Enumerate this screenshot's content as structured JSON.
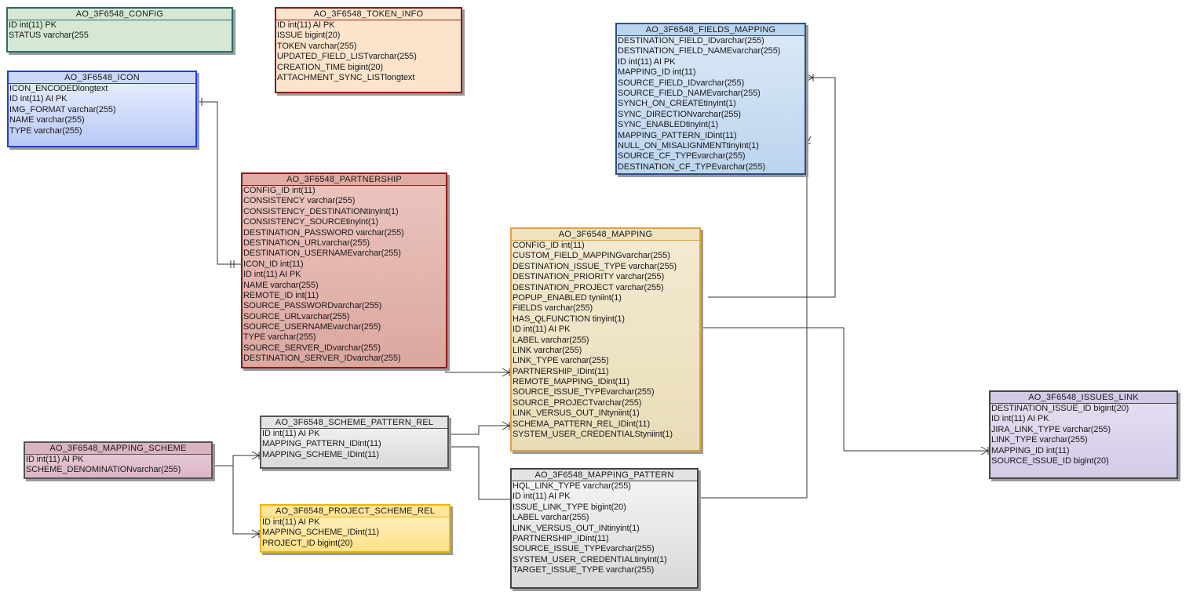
{
  "colors": {
    "green": "#d5e8d4",
    "peach": "#fce4cc",
    "blue": "#dae8fc",
    "lightblue": "#cfe2f3",
    "red": "#e6b8b0",
    "tan": "#efe5c8",
    "lavender": "#ddd6ec",
    "pink": "#e3c1cf",
    "gray": "#ebebeb",
    "yellow": "#ffedb3",
    "line": "#333333"
  },
  "entities": {
    "config": {
      "title": "AO_3F6548_CONFIG",
      "color": "green",
      "fields": [
        {
          "name": "ID",
          "type": " int(11) PK"
        },
        {
          "name": "STATUS",
          "type": " varchar(255"
        }
      ]
    },
    "token_info": {
      "title": "AO_3F6548_TOKEN_INFO",
      "color": "peach",
      "fields": [
        {
          "name": "ID",
          "type": " int(11) AI PK"
        },
        {
          "name": "ISSUE",
          "type": " bigint(20)"
        },
        {
          "name": "TOKEN",
          "type": " varchar(255)"
        },
        {
          "name": "UPDATED_FIELD_LIST",
          "type": "varchar(255)"
        },
        {
          "name": "CREATION_TIME",
          "type": " bigint(20)"
        },
        {
          "name": "ATTACHMENT_SYNC_LIST",
          "type": "longtext"
        }
      ]
    },
    "icon": {
      "title": "AO_3F6548_ICON",
      "color": "blue",
      "fields": [
        {
          "name": "ICON_ENCODED",
          "type": "longtext"
        },
        {
          "name": "ID",
          "type": " int(11) AI PK"
        },
        {
          "name": "IMG_FORMAT",
          "type": " varchar(255)"
        },
        {
          "name": "NAME",
          "type": " varchar(255)"
        },
        {
          "name": "TYPE",
          "type": " varchar(255)"
        }
      ]
    },
    "fields_mapping": {
      "title": "AO_3F6548_FIELDS_MAPPING",
      "color": "lightblue",
      "fields": [
        {
          "name": "DESTINATION_FIELD_ID",
          "type": "varchar(255)"
        },
        {
          "name": "DESTINATION_FIELD_NAME",
          "type": "varchar(255)"
        },
        {
          "name": "ID",
          "type": " int(11) AI PK"
        },
        {
          "name": "MAPPING_ID",
          "type": " int(11)"
        },
        {
          "name": "SOURCE_FIELD_ID",
          "type": "varchar(255)"
        },
        {
          "name": "SOURCE_FIELD_NAME",
          "type": "varchar(255)"
        },
        {
          "name": "SYNCH_ON_CREATE",
          "type": "tinyint(1)"
        },
        {
          "name": "SYNC_DIRECTION",
          "type": "varchar(255)"
        },
        {
          "name": "SYNC_ENABLED",
          "type": "tinyint(1)"
        },
        {
          "name": "MAPPING_PATTERN_ID",
          "type": "int(11)"
        },
        {
          "name": "NULL_ON_MISALIGNMENT",
          "type": "tinyint(1)"
        },
        {
          "name": "SOURCE_CF_TYPE",
          "type": "varchar(255)"
        },
        {
          "name": "DESTINATION_CF_TYPE",
          "type": "varchar(255)"
        }
      ]
    },
    "partnership": {
      "title": "AO_3F6548_PARTNERSHIP",
      "color": "red",
      "fields": [
        {
          "name": "CONFIG_ID",
          "type": " int(11)"
        },
        {
          "name": "CONSISTENCY",
          "type": " varchar(255)"
        },
        {
          "name": "CONSISTENCY_DESTINATION",
          "type": "tinyint(1)"
        },
        {
          "name": "CONSISTENCY_SOURCE",
          "type": "tinyint(1)"
        },
        {
          "name": "DESTINATION_PASSWORD",
          "type": " varchar(255)"
        },
        {
          "name": "DESTINATION_URL",
          "type": "varchar(255)"
        },
        {
          "name": "DESTINATION_USERNAME",
          "type": "varchar(255)"
        },
        {
          "name": "ICON_ID",
          "type": " int(11)"
        },
        {
          "name": "ID",
          "type": " int(11) AI PK"
        },
        {
          "name": "NAME",
          "type": " varchar(255)"
        },
        {
          "name": "REMOTE_ID",
          "type": " int(11)"
        },
        {
          "name": "SOURCE_PASSWORD",
          "type": "varchar(255)"
        },
        {
          "name": "SOURCE_URL",
          "type": "varchar(255)"
        },
        {
          "name": "SOURCE_USERNAME",
          "type": "varchar(255)"
        },
        {
          "name": "TYPE",
          "type": " varchar(255)"
        },
        {
          "name": "SOURCE_SERVER_ID",
          "type": "varchar(255)"
        },
        {
          "name": "DESTINATION_SERVER_ID",
          "type": "varchar(255)"
        }
      ]
    },
    "mapping": {
      "title": "AO_3F6548_MAPPING",
      "color": "tan",
      "fields": [
        {
          "name": "CONFIG_ID",
          "type": " int(11)"
        },
        {
          "name": "CUSTOM_FIELD_MAPPING",
          "type": "varchar(255)"
        },
        {
          "name": "DESTINATION_ISSUE_TYPE",
          "type": " varchar(255)"
        },
        {
          "name": "DESTINATION_PRIORITY",
          "type": " varchar(255)"
        },
        {
          "name": "DESTINATION_PROJECT",
          "type": " varchar(255)"
        },
        {
          "name": "POPUP_ENABLED",
          "type": " tyniint(1)"
        },
        {
          "name": "FIELDS",
          "type": " varchar(255)"
        },
        {
          "name": "HAS_QLFUNCTION",
          "type": " tinyint(1)"
        },
        {
          "name": "ID",
          "type": " int(11) AI PK"
        },
        {
          "name": "LABEL",
          "type": " varchar(255)"
        },
        {
          "name": "LINK",
          "type": " varchar(255)"
        },
        {
          "name": "LINK_TYPE",
          "type": " varchar(255)"
        },
        {
          "name": "PARTNERSHIP_ID",
          "type": "int(11)"
        },
        {
          "name": "REMOTE_MAPPING_ID",
          "type": "int(11)"
        },
        {
          "name": "SOURCE_ISSUE_TYPE",
          "type": "varchar(255)"
        },
        {
          "name": "SOURCE_PROJECT",
          "type": "varchar(255)"
        },
        {
          "name": "LINK_VERSUS_OUT_IN",
          "type": "tyniint(1)"
        },
        {
          "name": "SCHEMA_PATTERN_REL_ID",
          "type": "int(11)"
        },
        {
          "name": "SYSTEM_USER_CREDENTIALS",
          "type": "tyniint(1)"
        }
      ]
    },
    "issues_link": {
      "title": "AO_3F6548_ISSUES_LINK",
      "color": "lavender",
      "fields": [
        {
          "name": "DESTINATION_ISSUE_ID",
          "type": " bigint(20)"
        },
        {
          "name": "ID",
          "type": " int(11) AI PK"
        },
        {
          "name": "JIRA_LINK_TYPE",
          "type": " varchar(255)"
        },
        {
          "name": "LINK_TYPE",
          "type": " varchar(255)"
        },
        {
          "name": "MAPPING_ID",
          "type": " int(11)"
        },
        {
          "name": "SOURCE_ISSUE_ID",
          "type": " bigint(20)"
        }
      ]
    },
    "scheme_pattern_rel": {
      "title": "AO_3F6548_SCHEME_PATTERN_REL",
      "color": "gray",
      "fields": [
        {
          "name": "ID",
          "type": " int(11) AI PK"
        },
        {
          "name": "MAPPING_PATTERN_ID",
          "type": "int(11)"
        },
        {
          "name": "MAPPING_SCHEME_ID",
          "type": "int(11)"
        }
      ]
    },
    "mapping_scheme": {
      "title": "AO_3F6548_MAPPING_SCHEME",
      "color": "pink",
      "fields": [
        {
          "name": "ID",
          "type": " int(11) AI PK"
        },
        {
          "name": "SCHEME_DENOMINATION",
          "type": "varchar(255)"
        }
      ]
    },
    "project_scheme_rel": {
      "title": "AO_3F6548_PROJECT_SCHEME_REL",
      "color": "yellow",
      "fields": [
        {
          "name": "ID",
          "type": " int(11) AI PK"
        },
        {
          "name": "MAPPING_SCHEME_ID",
          "type": "int(11)"
        },
        {
          "name": "PROJECT_ID",
          "type": " bigint(20)"
        }
      ]
    },
    "mapping_pattern": {
      "title": "AO_3F6548_MAPPING_PATTERN",
      "color": "gray",
      "fields": [
        {
          "name": "HQL_LINK_TYPE",
          "type": " varchar(255)"
        },
        {
          "name": "ID",
          "type": " int(11) AI PK"
        },
        {
          "name": "ISSUE_LINK_TYPE",
          "type": " bigint(20)"
        },
        {
          "name": "LABEL",
          "type": " varchar(255)"
        },
        {
          "name": "LINK_VERSUS_OUT_IN",
          "type": "tinyint(1)"
        },
        {
          "name": "PARTNERSHIP_ID",
          "type": "int(11)"
        },
        {
          "name": "SOURCE_ISSUE_TYPE",
          "type": "varchar(255)"
        },
        {
          "name": "SYSTEM_USER_CREDENTIAL",
          "type": "tinyint(1)"
        },
        {
          "name": "TARGET_ISSUE_TYPE",
          "type": " varchar(255)"
        }
      ]
    }
  }
}
